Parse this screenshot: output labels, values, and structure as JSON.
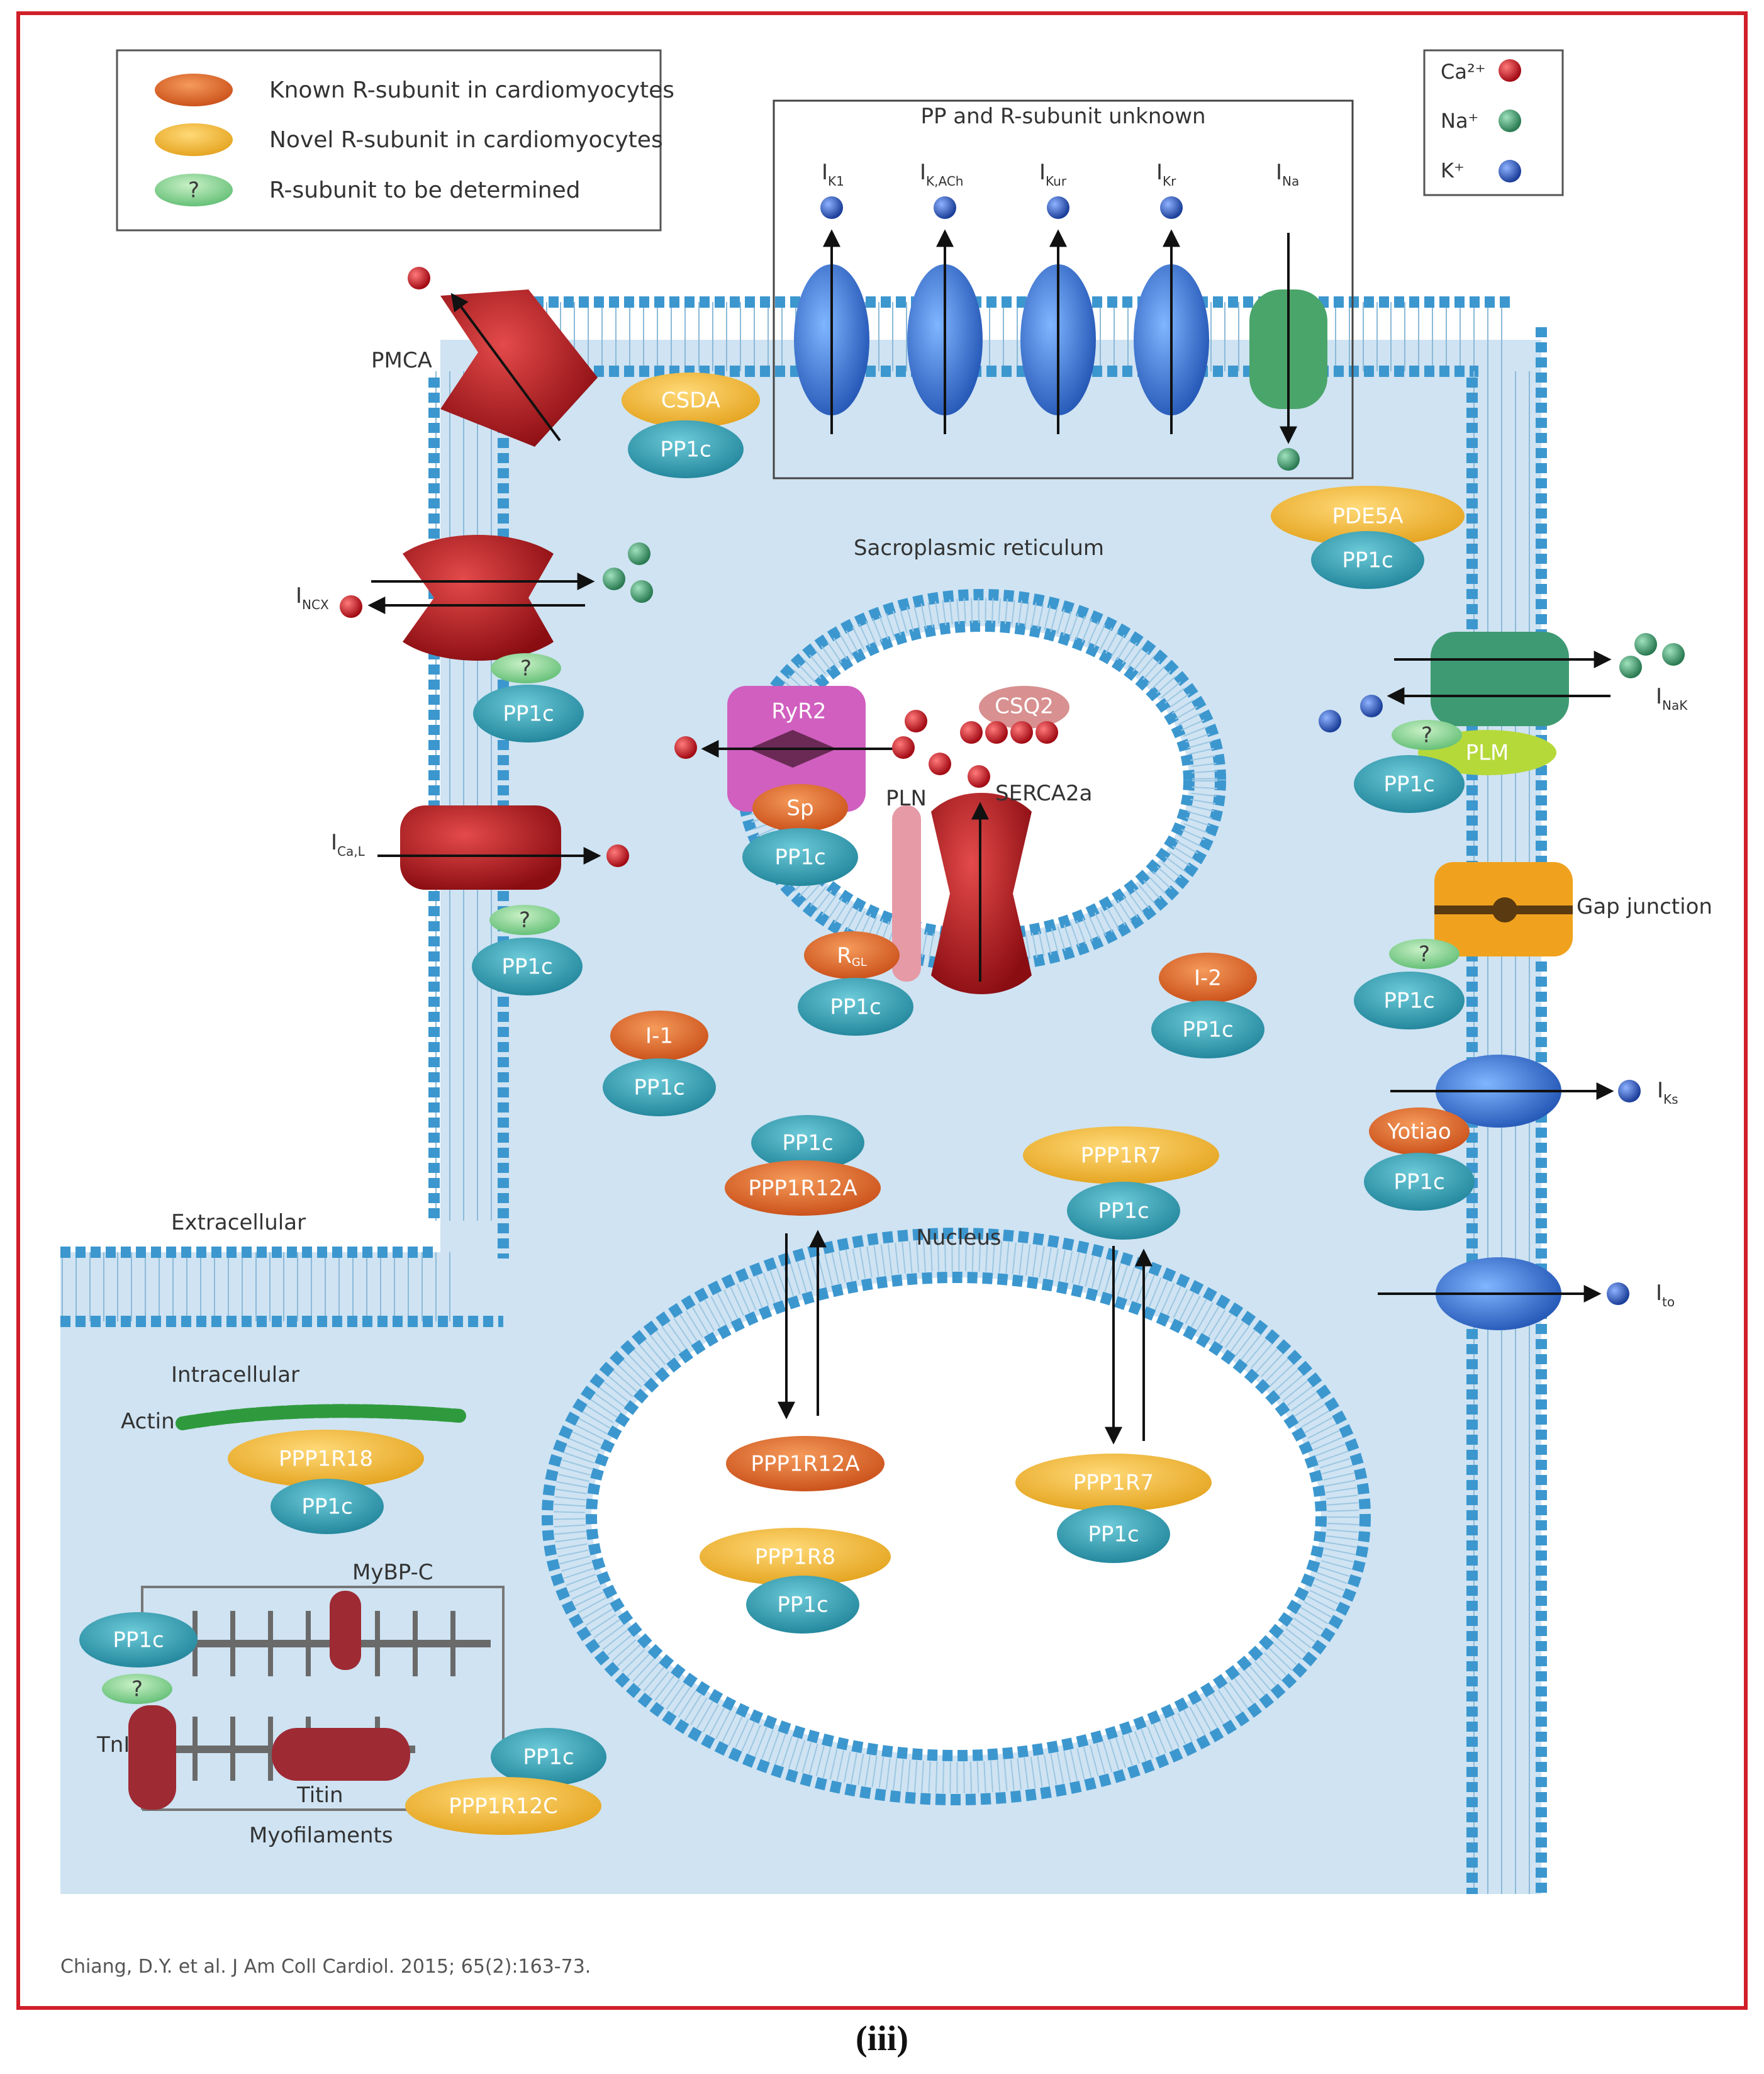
{
  "legend": {
    "known": "Known R-subunit in cardiomyocytes",
    "novel": "Novel R-subunit in cardiomyocytes",
    "tbd": "R-subunit to be determined",
    "question": "?"
  },
  "ion_legend": {
    "ca": "Ca²⁺",
    "na": "Na⁺",
    "k": "K⁺"
  },
  "box_title": "PP and R-subunit unknown",
  "currents": {
    "k1": {
      "main": "I",
      "sub": "K1"
    },
    "kach": {
      "main": "I",
      "sub": "K,ACh"
    },
    "kur": {
      "main": "I",
      "sub": "Kur"
    },
    "kr": {
      "main": "I",
      "sub": "Kr"
    },
    "na": {
      "main": "I",
      "sub": "Na"
    },
    "ncx": {
      "main": "I",
      "sub": "NCX"
    },
    "cal": {
      "main": "I",
      "sub": "Ca,L"
    },
    "nak": {
      "main": "I",
      "sub": "NaK"
    },
    "ks": {
      "main": "I",
      "sub": "Ks"
    },
    "to": {
      "main": "I",
      "sub": "to"
    }
  },
  "labels": {
    "pmca": "PMCA",
    "csda": "CSDA",
    "pp1c": "PP1c",
    "sr": "Sacroplasmic reticulum",
    "pde5a": "PDE5A",
    "ryr2": "RyR2",
    "csq2": "CSQ2",
    "sp": "Sp",
    "pln": "PLN",
    "serca2a": "SERCA2a",
    "rgl": "R",
    "rgl_sub": "GL",
    "plm": "PLM",
    "gap": "Gap junction",
    "i1": "I-1",
    "i2": "I-2",
    "ppp1r12a": "PPP1R12A",
    "ppp1r7": "PPP1R7",
    "ppp1r8": "PPP1R8",
    "ppp1r18": "PPP1R18",
    "ppp1r12c": "PPP1R12C",
    "yotiao": "Yotiao",
    "nucleus": "Nucleus",
    "extracellular": "Extracellular",
    "intracellular": "Intracellular",
    "actin": "Actin",
    "mybpc": "MyBP-C",
    "tni": "TnI",
    "titin": "Titin",
    "myofilaments": "Myofilaments"
  },
  "citation": "Chiang, D.Y. et al. J Am Coll Cardiol. 2015; 65(2):163-73.",
  "panel_caption": "(iii)",
  "colors": {
    "frame": "#d11f2a",
    "cytoplasm": "#cfe3f2",
    "membrane_head": "#3c97cf",
    "pp1c": "#2a9bb0",
    "known_r": "#e0662a",
    "novel_r": "#f2b733",
    "tbd_r": "#7ccf84",
    "ca": "#c0101c",
    "na": "#3c9a6a",
    "k": "#2a55b8",
    "channel_blue": "#2e6fc9",
    "channel_green": "#4aa56a",
    "pump_red": "#b8161e",
    "ryr_pink": "#d05fbf"
  }
}
